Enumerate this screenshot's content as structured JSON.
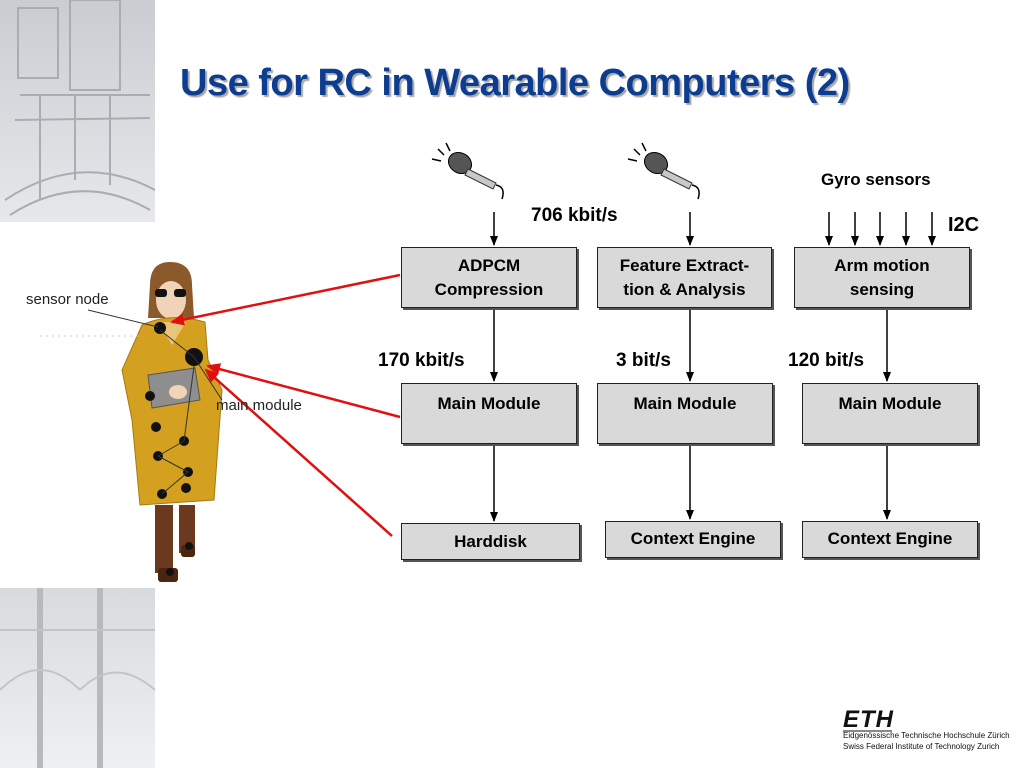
{
  "title": "Use for RC in Wearable Computers (2)",
  "figure": {
    "sensor_node_label": "sensor node",
    "main_module_label": "main module"
  },
  "columns": [
    {
      "input_rate": "706 kbit/s",
      "stage1": "ADPCM Compression",
      "stage1_lines": [
        "ADPCM",
        "Compression"
      ],
      "rate": "170 kbit/s",
      "stage2": "Main Module",
      "stage3": "Harddisk"
    },
    {
      "stage1": "Feature Extract- tion & Analysis",
      "stage1_lines": [
        "Feature Extract-",
        "tion & Analysis"
      ],
      "rate": "3 bit/s",
      "stage2": "Main Module",
      "stage3": "Context Engine"
    },
    {
      "sensor_label": "Gyro sensors",
      "bus_label": "I2C",
      "stage1": "Arm motion sensing",
      "stage1_lines": [
        "Arm motion",
        "sensing"
      ],
      "rate": "120 bit/s",
      "stage2": "Main Module",
      "stage3": "Context Engine"
    }
  ],
  "footer": {
    "logo": "ETH",
    "line1": "Eidgenössische Technische Hochschule Zürich",
    "line2": "Swiss Federal Institute of Technology Zurich"
  },
  "colors": {
    "title": "#0d3d91",
    "box_fill": "#d9d9d9",
    "pointer_arrow": "#e01010",
    "coat": "#d4a020"
  },
  "icons": [
    "microphone-icon",
    "microphone-icon"
  ]
}
